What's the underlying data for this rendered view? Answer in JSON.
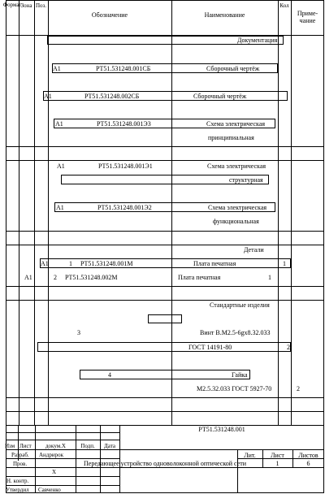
{
  "header": {
    "format": "Формат",
    "zone": "Зона",
    "pos": "Поз.",
    "designation": "Обозначение",
    "name": "Наименование",
    "qty": "Кол",
    "note": "Приме-\nчание"
  },
  "sections": {
    "documentation": "Документация",
    "details": "Детали",
    "standard": "Стандартные изделия"
  },
  "rows": [
    {
      "format": "А1",
      "designation": "РТ51.531248.001СБ",
      "name": "Сборочный чертёж"
    },
    {
      "format": "А1",
      "designation": "РТ51.531248.002СБ",
      "name": "Сборочный чертёж"
    },
    {
      "format": "А1",
      "designation": "РТ51.531248.001Э3",
      "name": "Схема электрическая",
      "name2": "принципиальная"
    },
    {
      "format": "А1",
      "designation": "РТ51.531248.001Э1",
      "name": "Схема электрическая",
      "name2": "структурная"
    },
    {
      "format": "А1",
      "designation": "РТ51.531248.001Э2",
      "name": "Схема электрическая",
      "name2": "функциональная"
    },
    {
      "format": "А1",
      "pos": "1",
      "designation": "РТ51.531248.001М",
      "name": "Плата печатная",
      "qty": "1"
    },
    {
      "format": "А1",
      "pos": "2",
      "designation": "РТ51.531248.002М",
      "name": "Плата печатная",
      "qty": "1"
    },
    {
      "pos": "3",
      "name": "Винт В.М2.5-6gх8.32.033"
    },
    {
      "name": "ГОСТ 14191-80",
      "qty": "2"
    },
    {
      "pos": "4",
      "name": "Гайка"
    },
    {
      "name": "М2.5.32.033 ГОСТ 5927-70",
      "qty": "2"
    }
  ],
  "titleblock": {
    "code": "РТ51.531248.001",
    "izm": "Изм",
    "list": "Лист",
    "docnum": "докум.Х",
    "sign": "Подп.",
    "date": "Дата",
    "razrab": "Разраб.",
    "razrab_name": "Андрирок",
    "prov": "Пров.",
    "prov_name": "Х",
    "nkontr": "Н. контр.",
    "utv": "Утвердил",
    "utv_name": "Савченко",
    "title": "Передающее устройство одноволоконной оптической сети",
    "lit": "Лит.",
    "list_label": "Лист",
    "sheets_label": "Листов",
    "list_value": "1",
    "sheets_value": "6"
  }
}
